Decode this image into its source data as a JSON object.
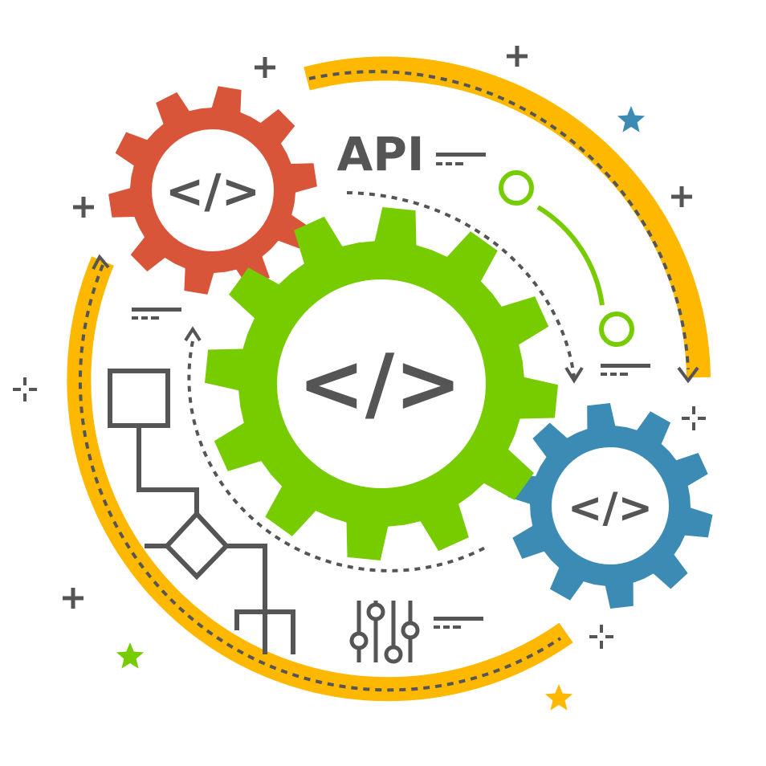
{
  "api_label": "API",
  "gears": [
    {
      "name": "red",
      "code": "</>",
      "color": "#D9553A"
    },
    {
      "name": "green",
      "code": "</>",
      "color": "#77CC00"
    },
    {
      "name": "blue",
      "code": "</>",
      "color": "#3B8BB5"
    }
  ],
  "colors": {
    "ring": "#FFB800",
    "dots": "#555555",
    "accent_green": "#77CC00",
    "star_blue": "#3B8BB5",
    "star_green": "#77CC00",
    "star_orange": "#FFB800"
  }
}
